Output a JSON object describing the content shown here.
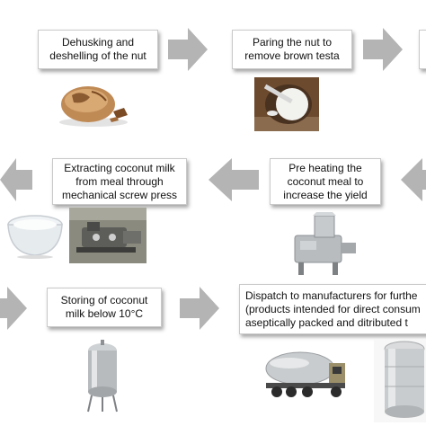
{
  "steps": {
    "dehusking": "Dehusking and\ndeshelling of the nut",
    "paring": "Paring the nut to\nremove brown testa",
    "extracting": "Extracting coconut milk\nfrom meal through\nmechanical screw press",
    "preheating": "Pre heating the\ncoconut meal to\nincrease the yield",
    "storing": "Storing of coconut\nmilk below 10°C",
    "dispatch": "Dispatch to manufacturers for furthe\n(products intended for direct consum\naseptically packed and ditributed t"
  },
  "colors": {
    "arrow": "#b4b4b4",
    "box_border": "#c9c9c9",
    "text": "#111111"
  },
  "illustrations": {
    "dehusked_coconut": "photo-dehusked-coconut",
    "pared_coconut": "photo-pared-coconut",
    "milk_bowl": "photo-bowl-of-coconut-milk",
    "screw_press": "photo-screw-press-machine",
    "preheater": "photo-preheating-machine",
    "storage_tank": "photo-steel-storage-tank",
    "tanker_truck": "photo-milk-tanker-truck",
    "tin_can": "photo-open-tin-can"
  }
}
